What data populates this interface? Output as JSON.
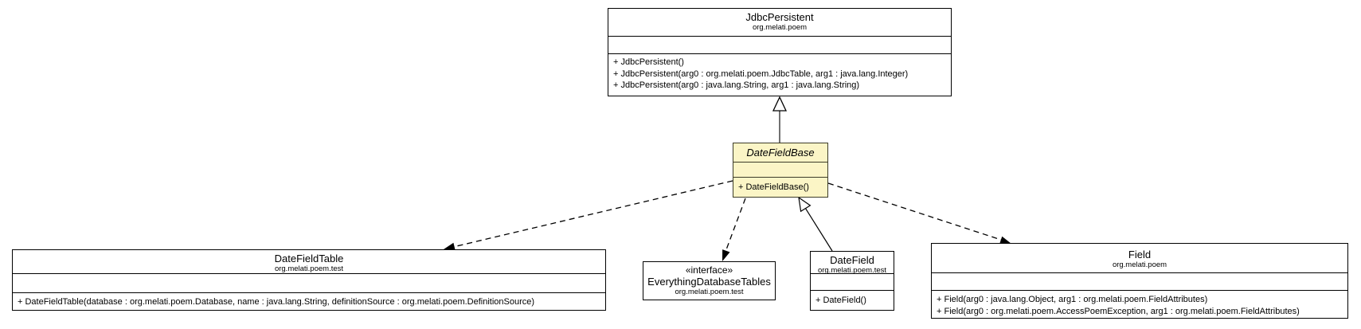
{
  "diagram": {
    "kind": "uml-class-diagram",
    "classes": {
      "jdbcPersistent": {
        "name": "JdbcPersistent",
        "package": "org.melati.poem",
        "methods": [
          "+ JdbcPersistent()",
          "+ JdbcPersistent(arg0 : org.melati.poem.JdbcTable, arg1 : java.lang.Integer)",
          "+ JdbcPersistent(arg0 : java.lang.String, arg1 : java.lang.String)"
        ]
      },
      "dateFieldBase": {
        "name": "DateFieldBase",
        "abstract": true,
        "methods": [
          "+ DateFieldBase()"
        ]
      },
      "dateFieldTable": {
        "name": "DateFieldTable",
        "package": "org.melati.poem.test",
        "methods": [
          "+ DateFieldTable(database : org.melati.poem.Database, name : java.lang.String, definitionSource : org.melati.poem.DefinitionSource)"
        ]
      },
      "everythingDatabaseTables": {
        "stereotype": "«interface»",
        "name": "EverythingDatabaseTables",
        "package": "org.melati.poem.test"
      },
      "dateField": {
        "name": "DateField",
        "package": "org.melati.poem.test",
        "methods": [
          "+ DateField()"
        ]
      },
      "field": {
        "name": "Field",
        "package": "org.melati.poem",
        "methods": [
          "+ Field(arg0 : java.lang.Object, arg1 : org.melati.poem.FieldAttributes)",
          "+ Field(arg0 : org.melati.poem.AccessPoemException, arg1 : org.melati.poem.FieldAttributes)"
        ]
      }
    },
    "relations": [
      {
        "from": "DateFieldBase",
        "to": "JdbcPersistent",
        "type": "generalization"
      },
      {
        "from": "DateField",
        "to": "DateFieldBase",
        "type": "generalization"
      },
      {
        "from": "DateFieldBase",
        "to": "DateFieldTable",
        "type": "dependency"
      },
      {
        "from": "DateFieldBase",
        "to": "EverythingDatabaseTables",
        "type": "dependency"
      },
      {
        "from": "DateFieldBase",
        "to": "Field",
        "type": "dependency"
      }
    ],
    "colors": {
      "background": "#ffffff",
      "box_border": "#000000",
      "highlight_fill": "#fbf5c6",
      "highlight_border": "#3c3c28",
      "line": "#000000"
    }
  }
}
